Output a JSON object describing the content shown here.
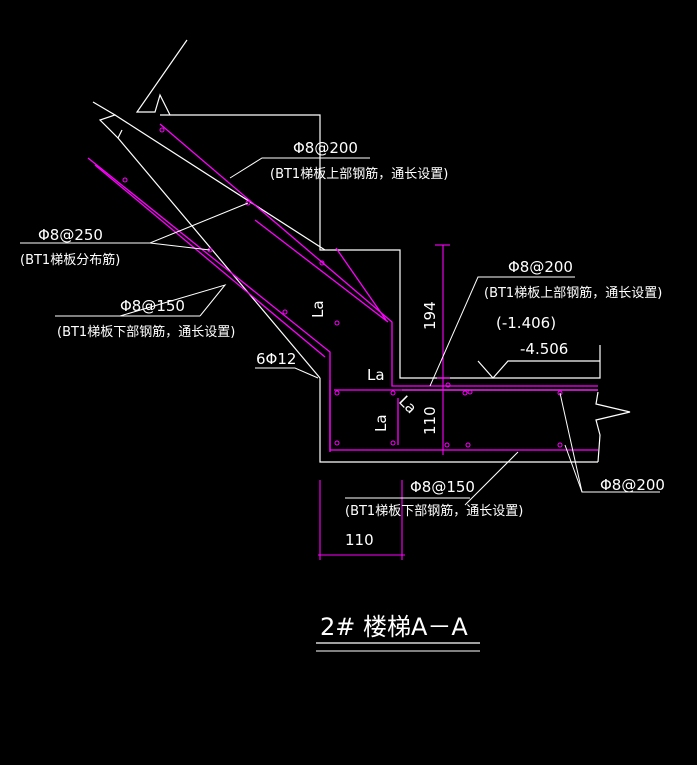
{
  "drawing": {
    "title": "2# 楼梯A－A",
    "colors": {
      "background": "#000000",
      "outline": "#ffffff",
      "rebar": "#ff00ff"
    },
    "labels": {
      "top_rebar_upper": "Φ8@200",
      "top_rebar_upper_note": "(BT1梯板上部钢筋，通长设置)",
      "distribution_rebar": "Φ8@250",
      "distribution_rebar_note": "(BT1梯板分布筋)",
      "bottom_rebar_left": "Φ8@150",
      "bottom_rebar_left_note": "(BT1梯板下部钢筋，通长设置)",
      "beam_rebar": "6Φ12",
      "la_1": "La",
      "la_2": "La",
      "la_3": "La",
      "la_4": "La",
      "dim_194": "194",
      "dim_110_vertical": "110",
      "dim_110_horizontal": "110",
      "top_rebar_right": "Φ8@200",
      "top_rebar_right_note": "(BT1梯板上部钢筋，通长设置)",
      "elevation_paren": "(-1.406)",
      "elevation": "-4.506",
      "bottom_rebar_right": "Φ8@150",
      "bottom_rebar_right_note": "(BT1梯板下部钢筋，通长设置)",
      "slab_rebar_right": "Φ8@200"
    }
  }
}
